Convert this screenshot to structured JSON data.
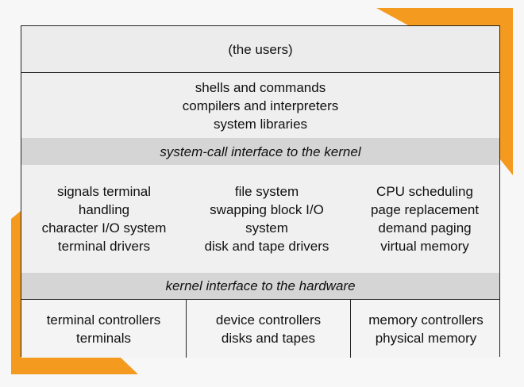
{
  "diagram": {
    "users": "(the users)",
    "shells": [
      "shells and commands",
      "compilers and interpreters",
      "system libraries"
    ],
    "system_call_interface": "system-call interface to the kernel",
    "kernel": {
      "left": [
        "signals terminal",
        "handling",
        "character I/O system",
        "terminal drivers"
      ],
      "center": [
        "file system",
        "swapping block I/O",
        "system",
        "disk and tape drivers"
      ],
      "right": [
        "CPU scheduling",
        "page replacement",
        "demand paging",
        "virtual memory"
      ]
    },
    "hardware_interface": "kernel interface to the hardware",
    "hardware": {
      "left": [
        "terminal controllers",
        "terminals"
      ],
      "center": [
        "device controllers",
        "disks and tapes"
      ],
      "right": [
        "memory controllers",
        "physical memory"
      ]
    }
  },
  "colors": {
    "accent": "#f39a1f",
    "border": "#222222",
    "band": "#d5d5d5"
  }
}
